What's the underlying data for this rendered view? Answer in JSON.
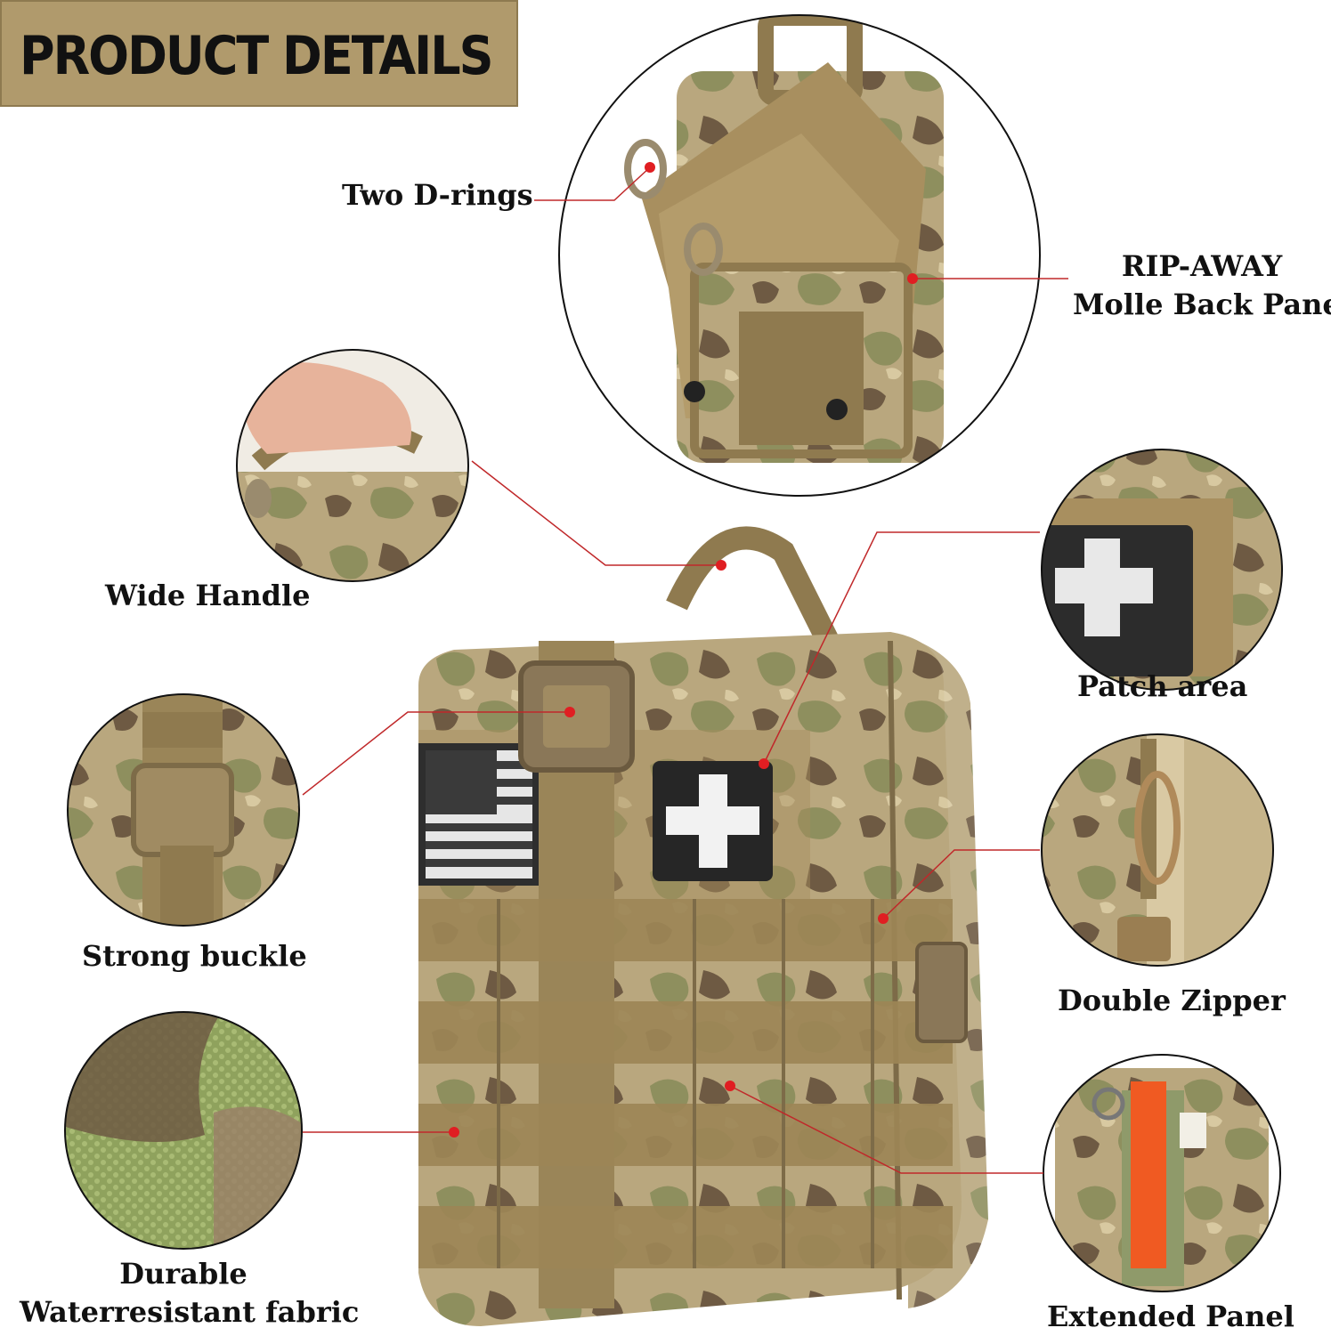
{
  "banner": {
    "title": "PRODUCT DETAILS"
  },
  "features": {
    "d_rings": "Two D-rings",
    "rip_away_line1": "RIP-AWAY",
    "rip_away_line2": "Molle Back Panel",
    "wide_handle": "Wide Handle",
    "patch_area": "Patch area",
    "strong_buckle": "Strong buckle",
    "double_zipper": "Double Zipper",
    "durable_line1": "Durable",
    "durable_line2": "Waterresistant fabric",
    "extended_panel": "Extended Panel"
  },
  "colors": {
    "banner": "#b09a6c",
    "coyote": "#8f7a4f",
    "camo_tan": "#b9a77e",
    "camo_green": "#8e8f5e",
    "camo_brown": "#6e5a43",
    "callout_line": "#c0282a",
    "tourniquet": "#f05a22"
  },
  "icons": [
    "medical-cross-icon",
    "us-flag-icon",
    "buckle-icon"
  ]
}
